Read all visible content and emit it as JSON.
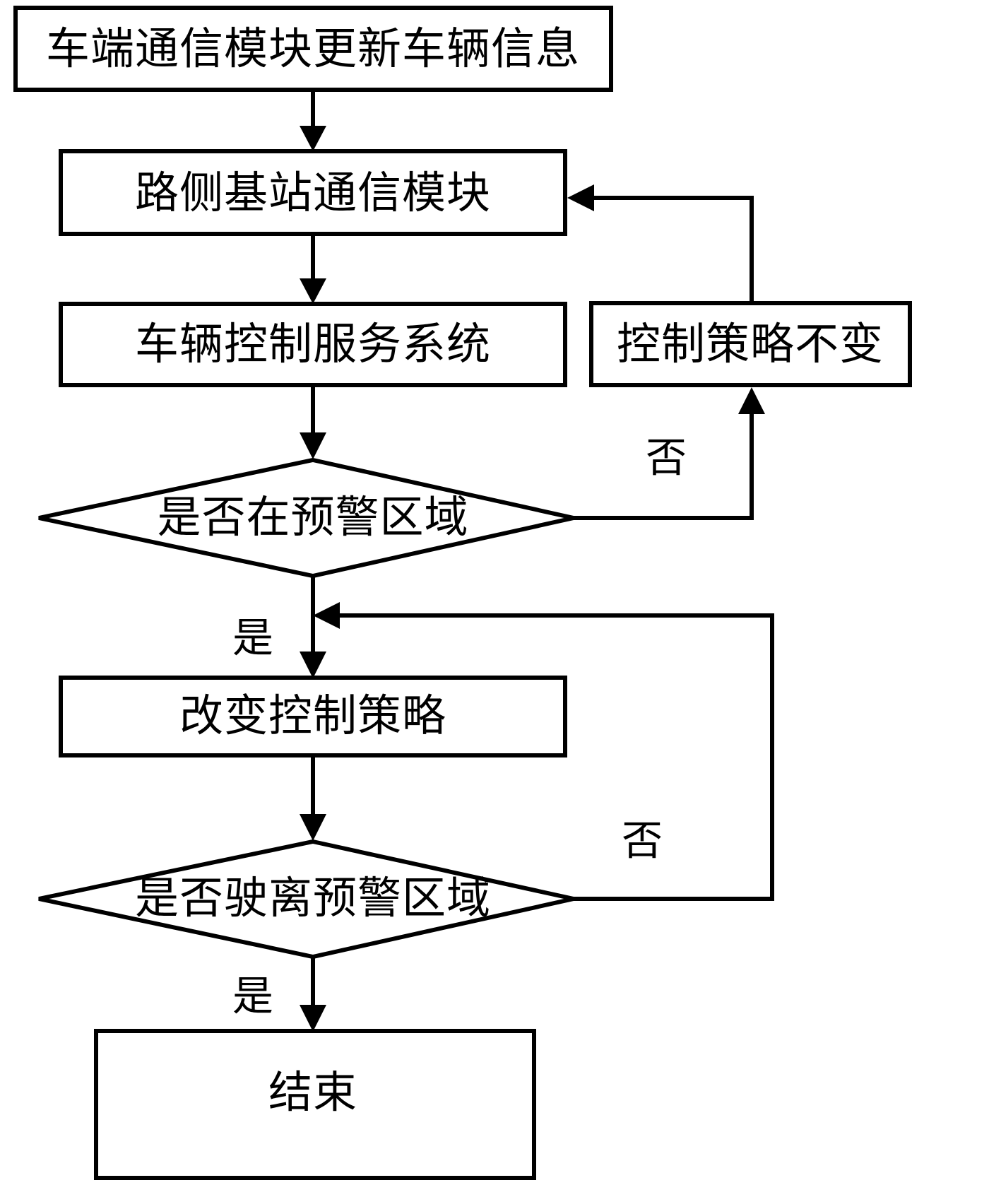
{
  "diagram": {
    "type": "flowchart",
    "orientation": "top-to-bottom",
    "language": "zh-CN",
    "background_color": "#ffffff",
    "line_color": "#000000",
    "nodes": [
      {
        "id": "n1",
        "shape": "rectangle",
        "label": "车端通信模块更新车辆信息"
      },
      {
        "id": "n2",
        "shape": "rectangle",
        "label": "路侧基站通信模块"
      },
      {
        "id": "n3",
        "shape": "rectangle",
        "label": "车辆控制服务系统"
      },
      {
        "id": "n4",
        "shape": "rectangle",
        "label": "控制策略不变"
      },
      {
        "id": "d1",
        "shape": "diamond",
        "label": "是否在预警区域"
      },
      {
        "id": "n5",
        "shape": "rectangle",
        "label": "改变控制策略"
      },
      {
        "id": "d2",
        "shape": "diamond",
        "label": "是否驶离预警区域"
      },
      {
        "id": "n6",
        "shape": "rectangle",
        "label": "结束"
      }
    ],
    "edge_labels": {
      "d1_no": "否",
      "d1_yes": "是",
      "d2_no": "否",
      "d2_yes": "是"
    },
    "edges": [
      {
        "from": "n1",
        "to": "n2",
        "label": ""
      },
      {
        "from": "n2",
        "to": "n3",
        "label": ""
      },
      {
        "from": "n3",
        "to": "d1",
        "label": ""
      },
      {
        "from": "d1",
        "to": "n4",
        "label": "否"
      },
      {
        "from": "n4",
        "to": "n2",
        "label": ""
      },
      {
        "from": "d1",
        "to": "n5",
        "label": "是"
      },
      {
        "from": "n5",
        "to": "d2",
        "label": ""
      },
      {
        "from": "d2",
        "to": "n5",
        "label": "否"
      },
      {
        "from": "d2",
        "to": "n6",
        "label": "是"
      }
    ]
  }
}
